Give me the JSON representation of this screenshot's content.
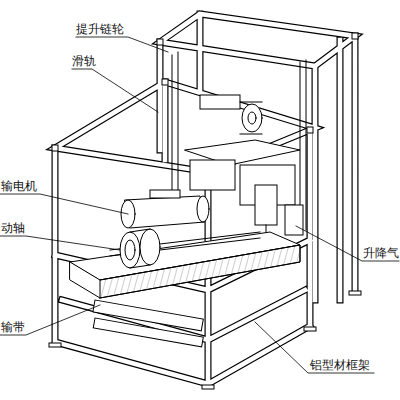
{
  "diagram": {
    "labels": [
      "提升链轮",
      "滑轨",
      "输电机",
      "动轴",
      "输带",
      "升降气",
      "铝型材框架"
    ]
  }
}
